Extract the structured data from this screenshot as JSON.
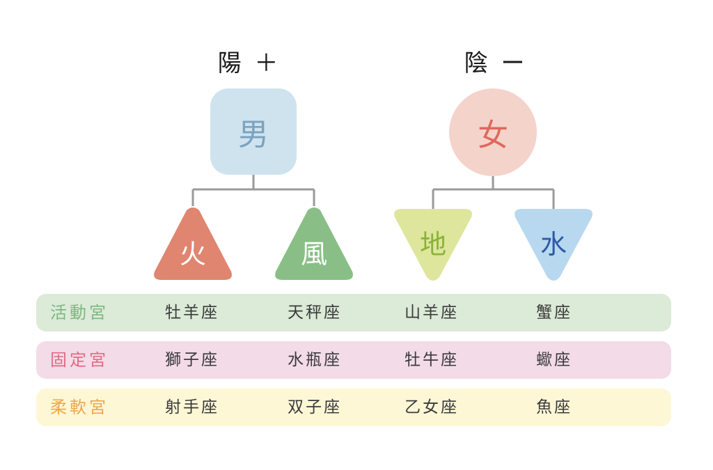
{
  "headings": {
    "yang": "陽 ＋",
    "yin": "陰 ー"
  },
  "nodes": {
    "male": "男",
    "female": "女"
  },
  "elements": [
    {
      "label": "火",
      "color": "#e0856f"
    },
    {
      "label": "風",
      "color": "#89bf86"
    },
    {
      "label": "地",
      "color": "#dde69c"
    },
    {
      "label": "水",
      "color": "#b8d8ef"
    }
  ],
  "rows": [
    {
      "label": "活動宮",
      "cells": [
        "牡羊座",
        "天秤座",
        "山羊座",
        "蟹座"
      ]
    },
    {
      "label": "固定宮",
      "cells": [
        "獅子座",
        "水瓶座",
        "牡牛座",
        "蠍座"
      ]
    },
    {
      "label": "柔軟宮",
      "cells": [
        "射手座",
        "双子座",
        "乙女座",
        "魚座"
      ]
    }
  ]
}
